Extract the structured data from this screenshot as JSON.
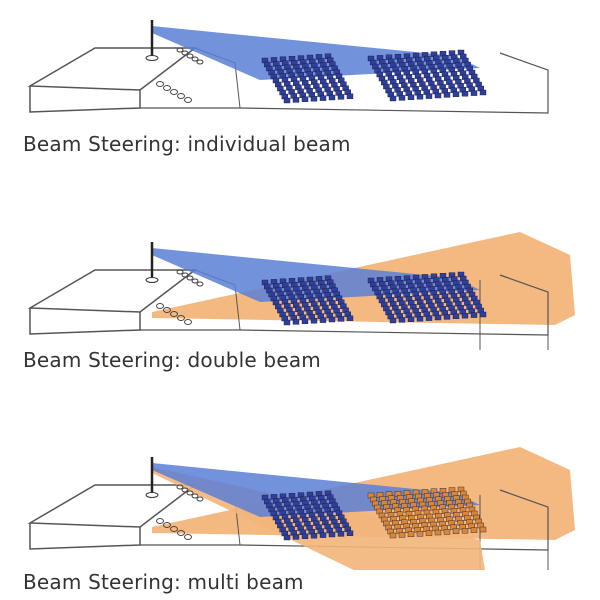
{
  "panels": [
    {
      "caption": "Beam Steering: individual beam",
      "beams": [
        "blue"
      ]
    },
    {
      "caption": "Beam Steering: double beam",
      "beams": [
        "blue",
        "orange"
      ]
    },
    {
      "caption": "Beam Steering: multi beam",
      "beams": [
        "blue",
        "orange",
        "orange-lower"
      ]
    }
  ],
  "colors": {
    "blue_beam": "#5a7fd6",
    "orange_beam": "#f2b57a",
    "blue_seats": "#2f3f9c",
    "orange_seats": "#d98735",
    "outline": "#555555"
  }
}
